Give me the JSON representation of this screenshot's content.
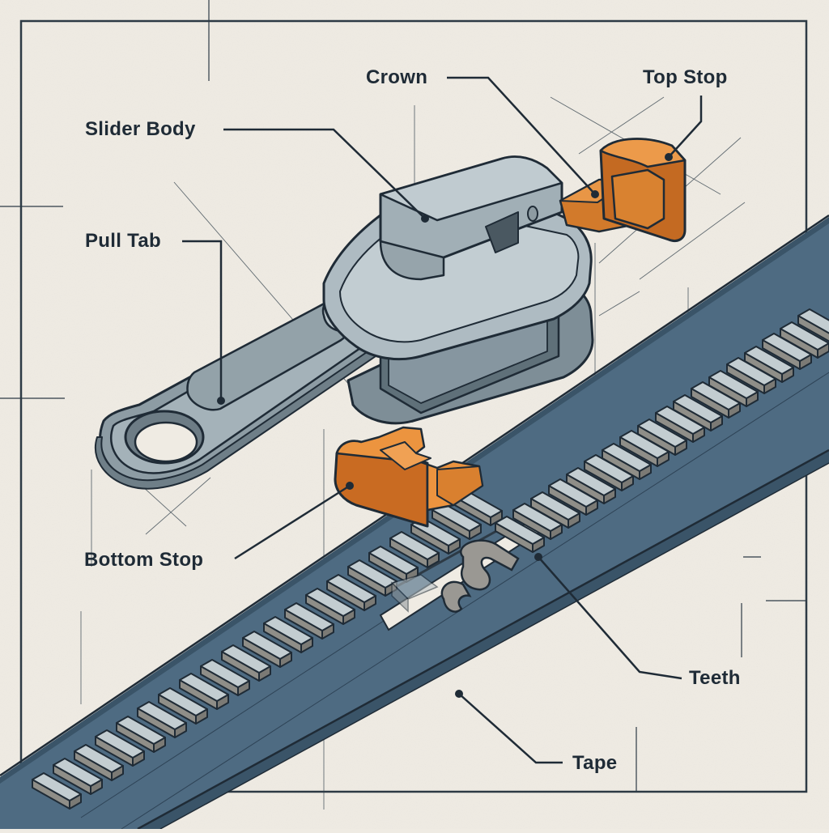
{
  "diagram": {
    "subject": "zipper",
    "colors": {
      "paper": "#efebe3",
      "ink": "#1f2b36",
      "tape": "#4e6b82",
      "tape_edge": "#3a5468",
      "metal": "#a9b6bd",
      "metal_dark": "#7d8d96",
      "metal_light": "#c6d0d4",
      "stop": "#e08a34",
      "stop_dark": "#b9621f",
      "tooth": "#c3cdd1",
      "tooth_side": "#8f8e88"
    },
    "labels": {
      "crown": "Crown",
      "top_stop": "Top Stop",
      "slider_body": "Slider Body",
      "pull_tab": "Pull Tab",
      "bottom_stop": "Bottom Stop",
      "teeth": "Teeth",
      "tape": "Tape"
    }
  }
}
